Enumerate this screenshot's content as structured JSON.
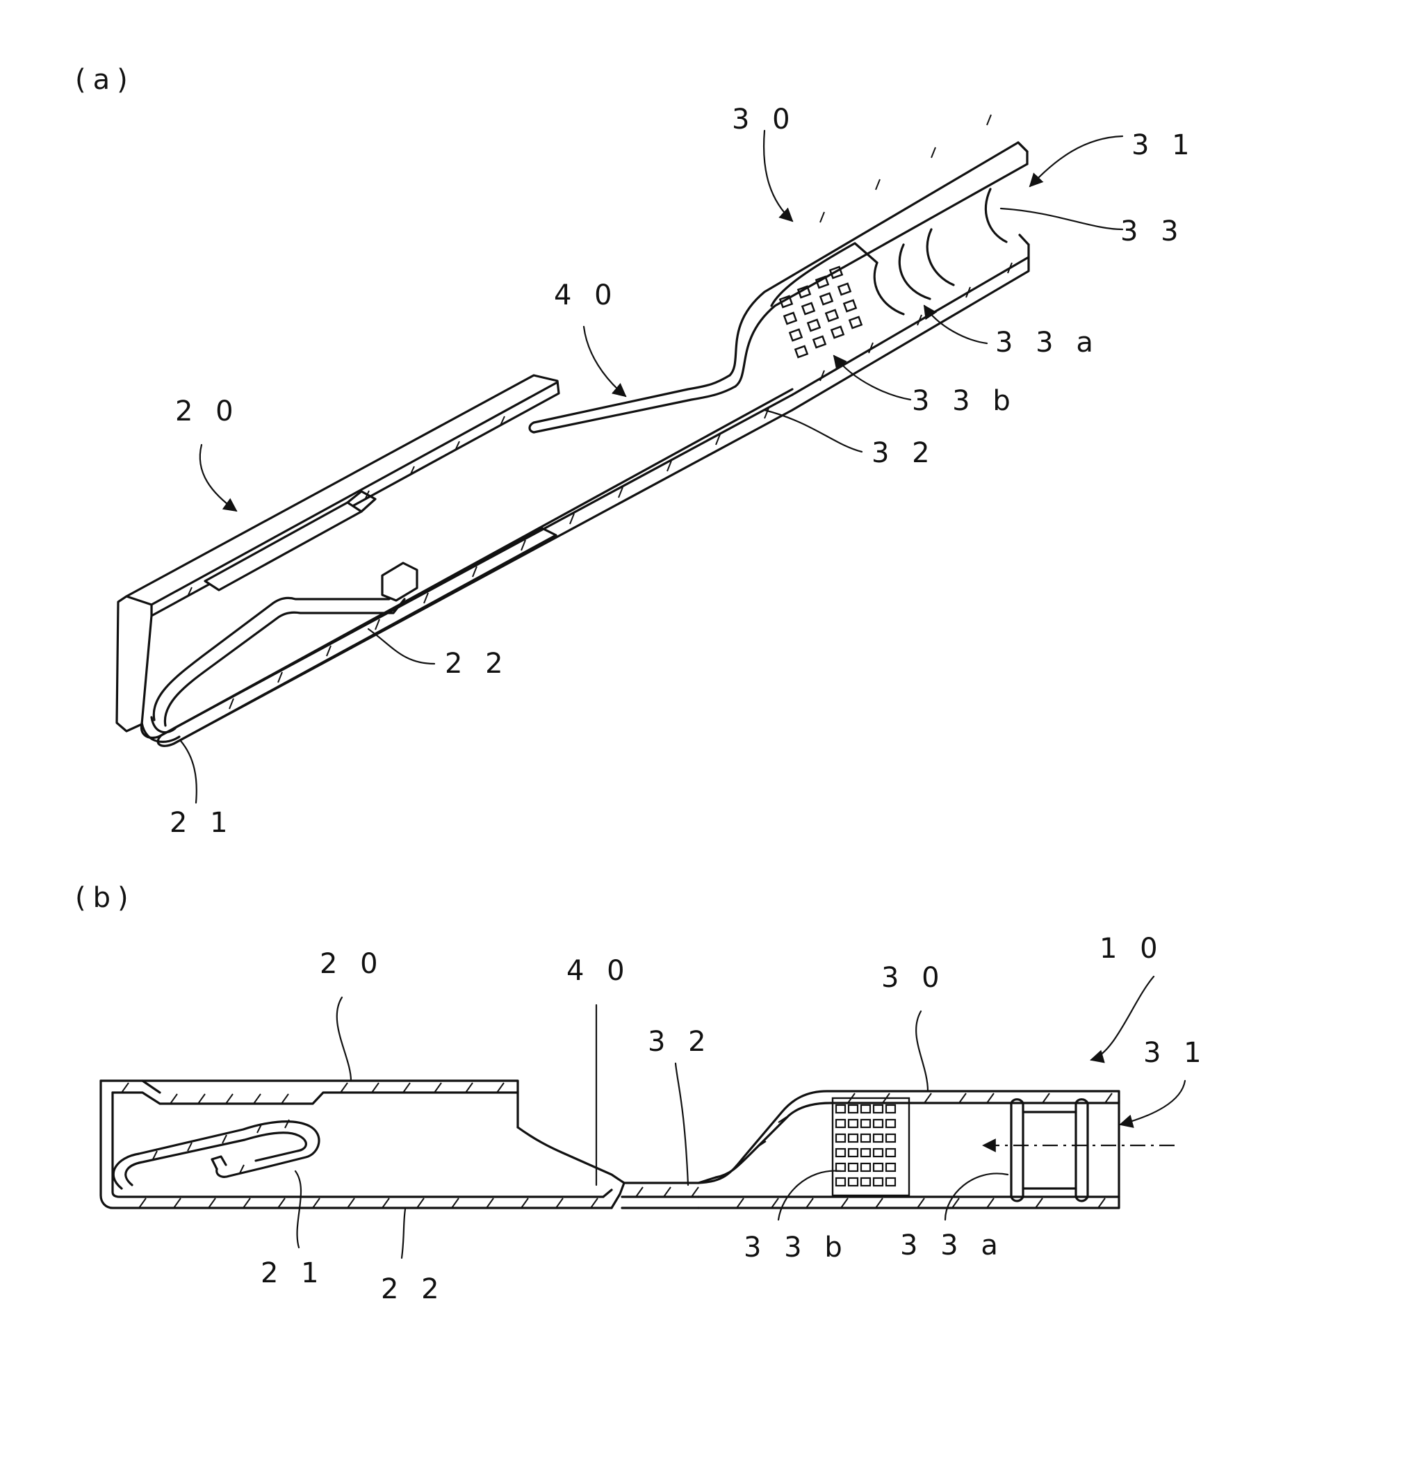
{
  "panel_a": {
    "title": "(a)",
    "labels": {
      "l20": "2 0",
      "l21": "2 1",
      "l22": "2 2",
      "l30": "3 0",
      "l31": "3 1",
      "l32": "3 2",
      "l33": "3 3",
      "l33a": "3 3 a",
      "l33b": "3 3 b",
      "l40": "4 0"
    }
  },
  "panel_b": {
    "title": "(b)",
    "labels": {
      "l10": "1 0",
      "l20": "2 0",
      "l21": "2 1",
      "l22": "2 2",
      "l30": "3 0",
      "l31": "3 1",
      "l32": "3 2",
      "l33a": "3 3 a",
      "l33b": "3 3 b",
      "l40": "4 0"
    }
  }
}
